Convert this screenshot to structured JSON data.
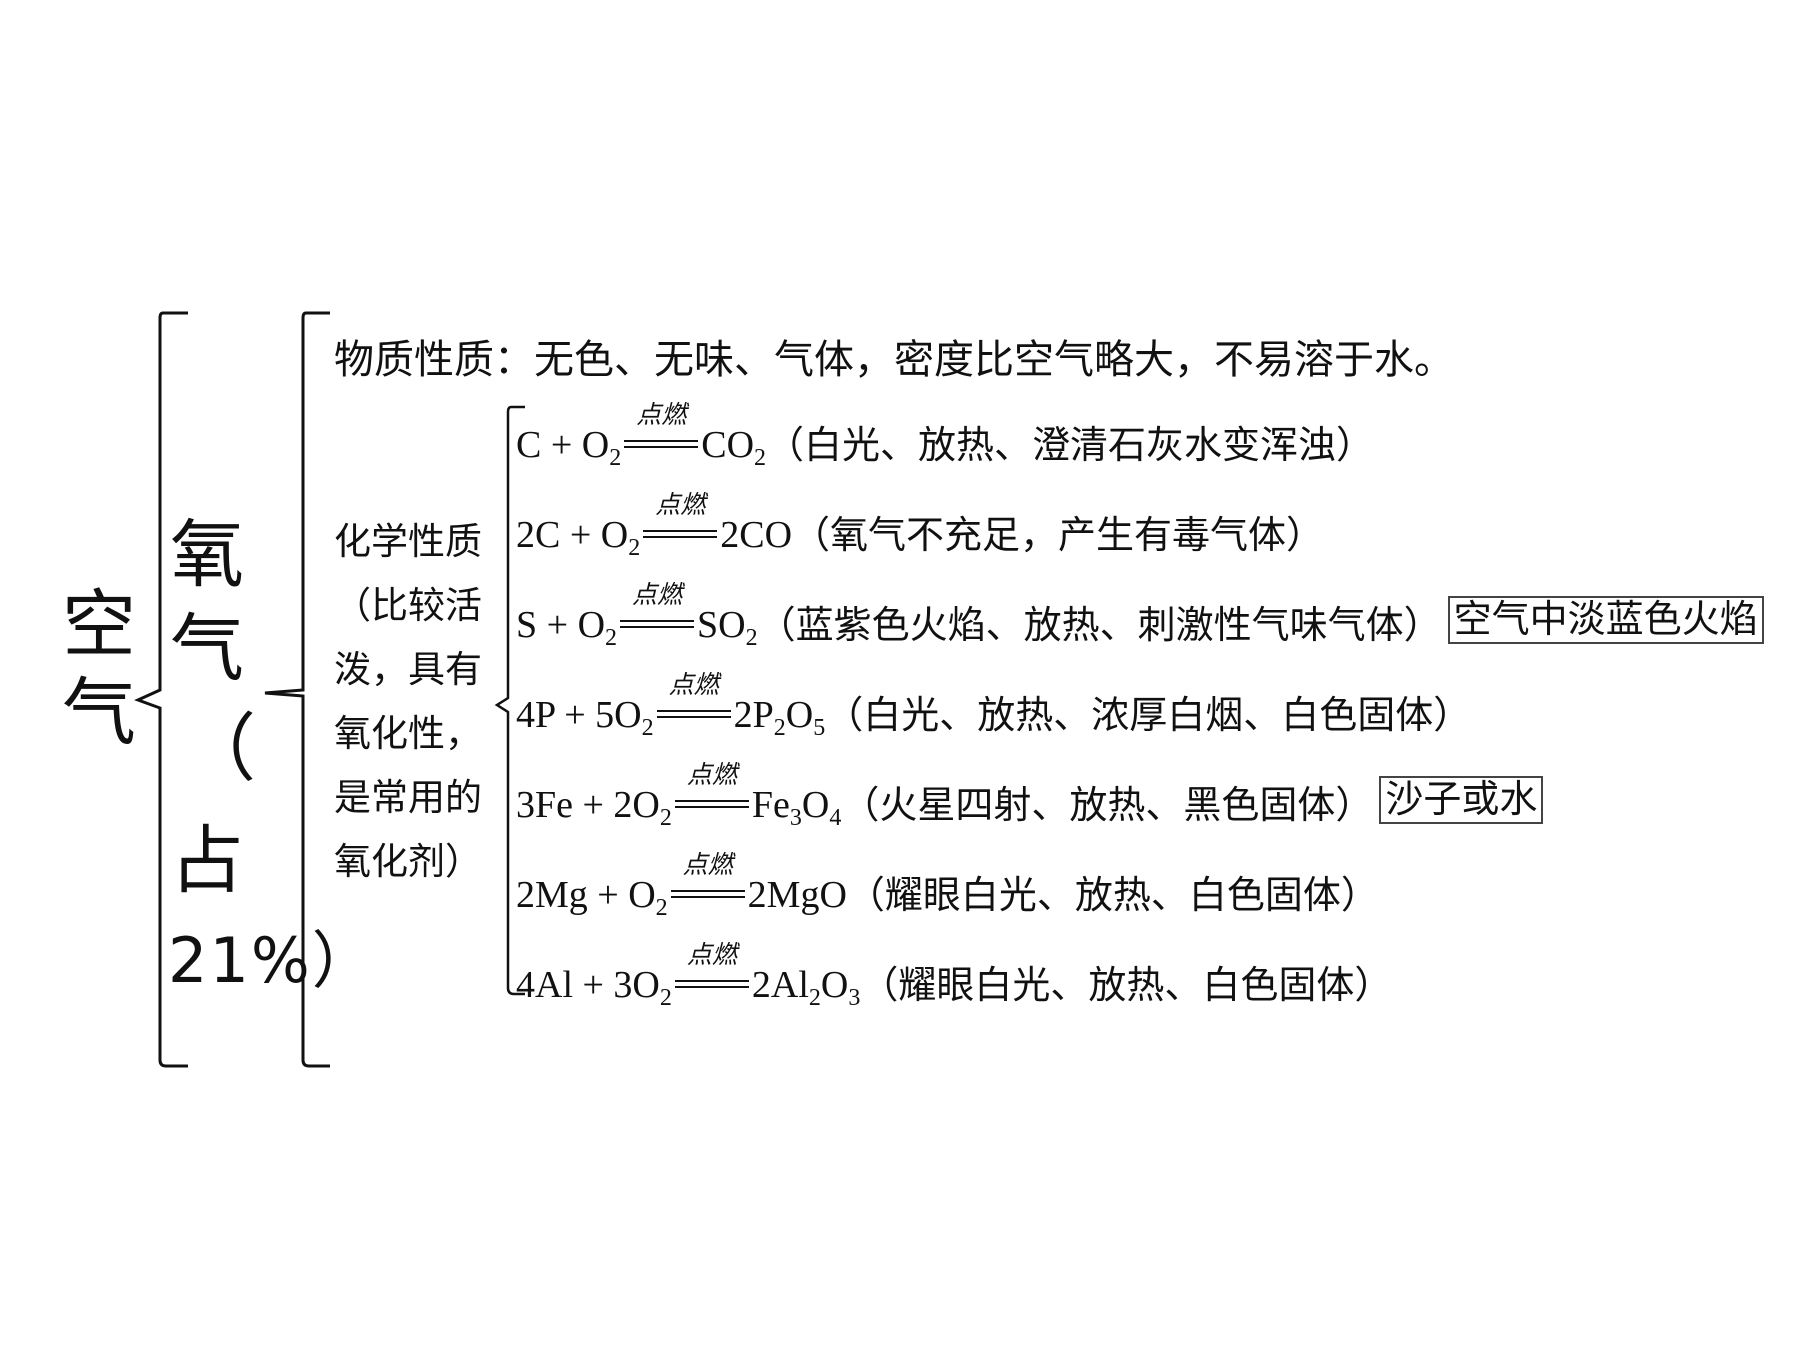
{
  "root": {
    "char1": "空",
    "char2": "气"
  },
  "oxygen": {
    "char1": "氧",
    "char2": "气",
    "paren": "（",
    "char3": "占",
    "percent": "21%）"
  },
  "physical": {
    "text": "物质性质：无色、无味、气体，密度比空气略大，不易溶于水。"
  },
  "chemical": {
    "label_lines": [
      "化学性质",
      "（比较活",
      "泼，具有",
      "氧化性，",
      "是常用的",
      "氧化剂）"
    ]
  },
  "condition_label": "点燃",
  "reactions": [
    {
      "lhs": [
        "C + O",
        "2"
      ],
      "rhs": [
        "CO",
        "2"
      ],
      "note": "（白光、放热、澄清石灰水变浑浊）",
      "box": ""
    },
    {
      "lhs": [
        "2C + O",
        "2"
      ],
      "rhs": [
        "2CO"
      ],
      "note": "（氧气不充足，产生有毒气体）",
      "box": ""
    },
    {
      "lhs": [
        "S + O",
        "2"
      ],
      "rhs": [
        "SO",
        "2"
      ],
      "note": "（蓝紫色火焰、放热、刺激性气味气体）",
      "box": "空气中淡蓝色火焰"
    },
    {
      "lhs": [
        "4P + 5O",
        "2"
      ],
      "rhs": [
        "2P",
        "2",
        "O",
        "5"
      ],
      "note": "（白光、放热、浓厚白烟、白色固体）",
      "box": ""
    },
    {
      "lhs": [
        "3Fe + 2O",
        "2"
      ],
      "rhs": [
        "Fe",
        "3",
        "O",
        "4"
      ],
      "note": "（火星四射、放热、黑色固体）",
      "box": "沙子或水"
    },
    {
      "lhs": [
        "2Mg + O",
        "2"
      ],
      "rhs": [
        "2MgO"
      ],
      "note": "（耀眼白光、放热、白色固体）",
      "box": ""
    },
    {
      "lhs": [
        "4Al + 3O",
        "2"
      ],
      "rhs": [
        "2Al",
        "2",
        "O",
        "3"
      ],
      "note": "（耀眼白光、放热、白色固体）",
      "box": ""
    }
  ]
}
